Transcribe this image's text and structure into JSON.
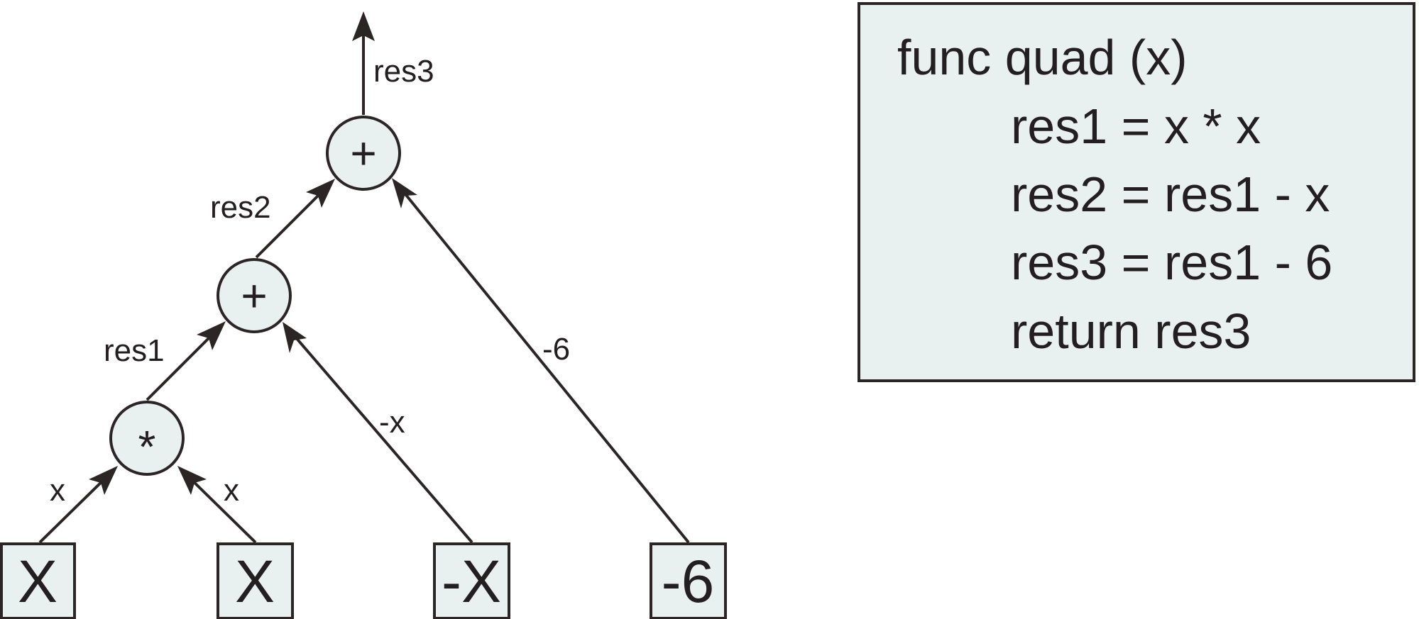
{
  "tree": {
    "nodes": [
      {
        "id": "root-plus",
        "kind": "operator",
        "symbol": "+"
      },
      {
        "id": "mid-plus",
        "kind": "operator",
        "symbol": "+"
      },
      {
        "id": "times",
        "kind": "operator",
        "symbol": "*"
      },
      {
        "id": "leaf-x1",
        "kind": "leaf",
        "text": "X"
      },
      {
        "id": "leaf-x2",
        "kind": "leaf",
        "text": "X"
      },
      {
        "id": "leaf-negx",
        "kind": "leaf",
        "text": "-X"
      },
      {
        "id": "leaf-neg6",
        "kind": "leaf",
        "text": "-6"
      }
    ],
    "edges": [
      {
        "from": "leaf-x1",
        "to": "times",
        "label": "x"
      },
      {
        "from": "leaf-x2",
        "to": "times",
        "label": "x"
      },
      {
        "from": "times",
        "to": "mid-plus",
        "label": "res1"
      },
      {
        "from": "leaf-negx",
        "to": "mid-plus",
        "label": "-x"
      },
      {
        "from": "mid-plus",
        "to": "root-plus",
        "label": "res2"
      },
      {
        "from": "leaf-neg6",
        "to": "root-plus",
        "label": "-6"
      },
      {
        "from": "root-plus",
        "to": "output",
        "label": "res3"
      }
    ]
  },
  "code": {
    "header": "func quad (x)",
    "body": [
      "res1 = x * x",
      "res2 = res1 - x",
      "res3 = res1 - 6",
      "return res3"
    ]
  },
  "colors": {
    "node_fill": "#e9f1f0",
    "stroke": "#2b2526",
    "text": "#231f20"
  }
}
